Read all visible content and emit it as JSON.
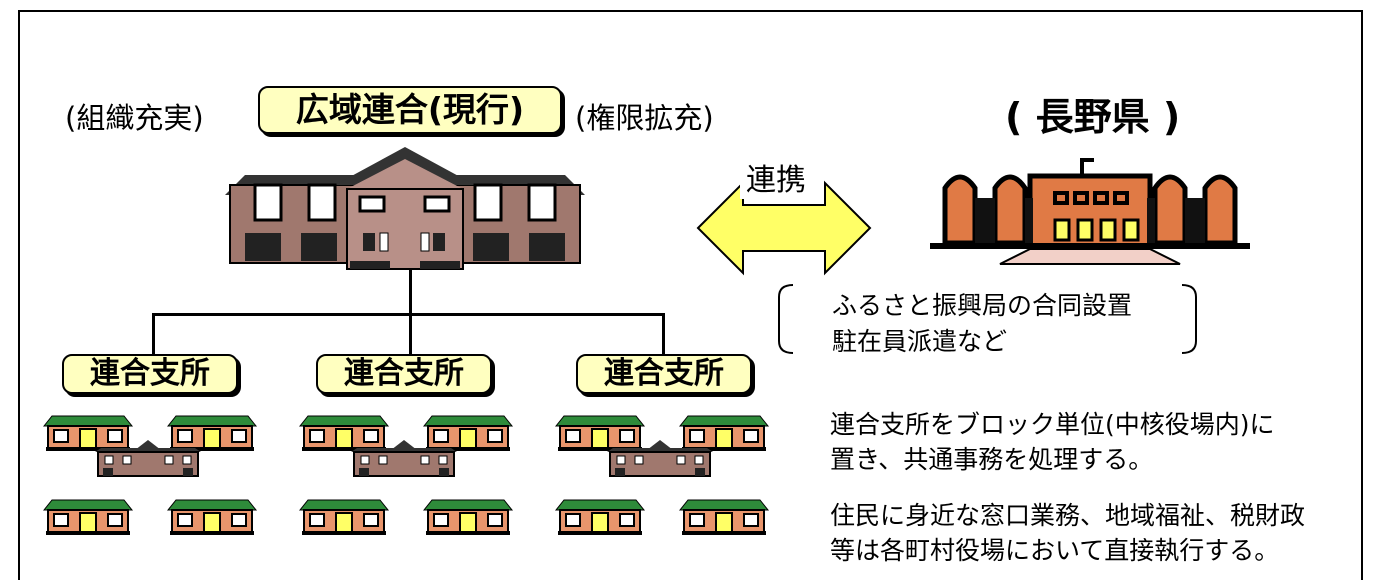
{
  "header": {
    "left_paren": "(組織充実)",
    "main_title": "広域連合(現行)",
    "right_paren": "(権限拡充)",
    "prefecture": "( 長野県 )"
  },
  "link": {
    "label": "連携"
  },
  "bracket_notes": [
    "ふるさと振興局の合同設置",
    "駐在員派遣など"
  ],
  "branches": [
    {
      "label": "連合支所"
    },
    {
      "label": "連合支所"
    },
    {
      "label": "連合支所"
    }
  ],
  "descriptions": [
    {
      "lines": [
        "連合支所をブロック単位(中核役場内)に",
        "置き、共通事務を処理する。"
      ]
    },
    {
      "lines": [
        "住民に身近な窓口業務、地域福祉、税財政",
        "等は各町村役場において直接執行する。"
      ]
    }
  ],
  "colors": {
    "pill_fill": "#ffffc0",
    "union_building": "#a0786e",
    "prefecture_building": "#e07a45",
    "arrow_fill": "#ffff66",
    "village_roof": "#2e8b3a",
    "village_wall": "#e8956c"
  },
  "icons": {
    "union": "union-office-building-icon",
    "prefecture": "prefecture-office-building-icon",
    "arrow": "double-arrow-icon",
    "village": "village-office-icon"
  }
}
